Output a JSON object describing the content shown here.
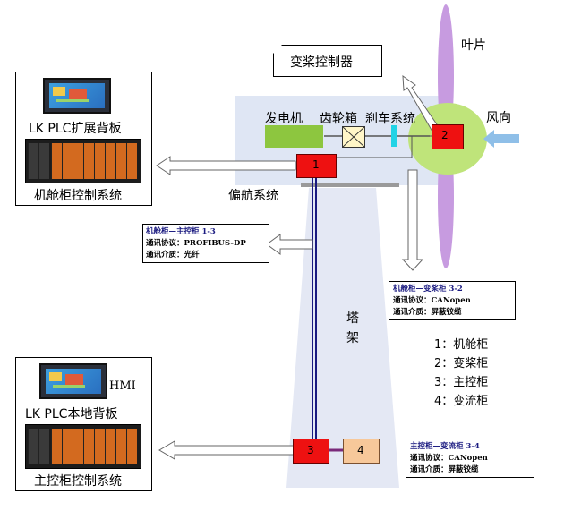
{
  "labels": {
    "pitch_controller": "变桨控制器",
    "blade": "叶片",
    "wind_direction": "风向",
    "generator": "发电机",
    "gearbox": "齿轮箱",
    "brake_system": "刹车系统",
    "yaw_system": "偏航系统",
    "tower": "塔\n架"
  },
  "panels": {
    "nacelle": {
      "title": "LK PLC扩展背板",
      "caption": "机舱柜控制系统"
    },
    "main": {
      "hmi": "HMI",
      "title": "LK PLC本地背板",
      "caption": "主控柜控制系统"
    }
  },
  "cabinets": {
    "c1": "1",
    "c2": "2",
    "c3": "3",
    "c4": "4"
  },
  "links": {
    "l13": {
      "title": "机舱柜—主控柜 1-3",
      "protocol": "通讯协议：PROFIBUS-DP",
      "medium": "通讯介质：光纤"
    },
    "l32": {
      "title": "机舱柜—变桨柜 3-2",
      "protocol": "通讯协议：CANopen",
      "medium": "通讯介质：屏蔽铰缆"
    },
    "l34": {
      "title": "主控柜—变流柜 3-4",
      "protocol": "通讯协议：CANopen",
      "medium": "通讯介质：屏蔽铰缆"
    }
  },
  "legend": [
    "1：机舱柜",
    "2：变桨柜",
    "3：主控柜",
    "4：变流柜"
  ],
  "colors": {
    "nacelle_bg": "#dfe6f4",
    "tower_bg": "#e4e8f4",
    "cabinet_red": "#ee1111",
    "generator_green": "#8dc63f",
    "hub_green": "#bfe47a",
    "blade_purple": "#c79be0",
    "wind_arrow": "#8fbfe8",
    "brake_cyan": "#22d3e6",
    "converter_peach": "#f7c89a",
    "cable_blue": "#1a1a80"
  }
}
